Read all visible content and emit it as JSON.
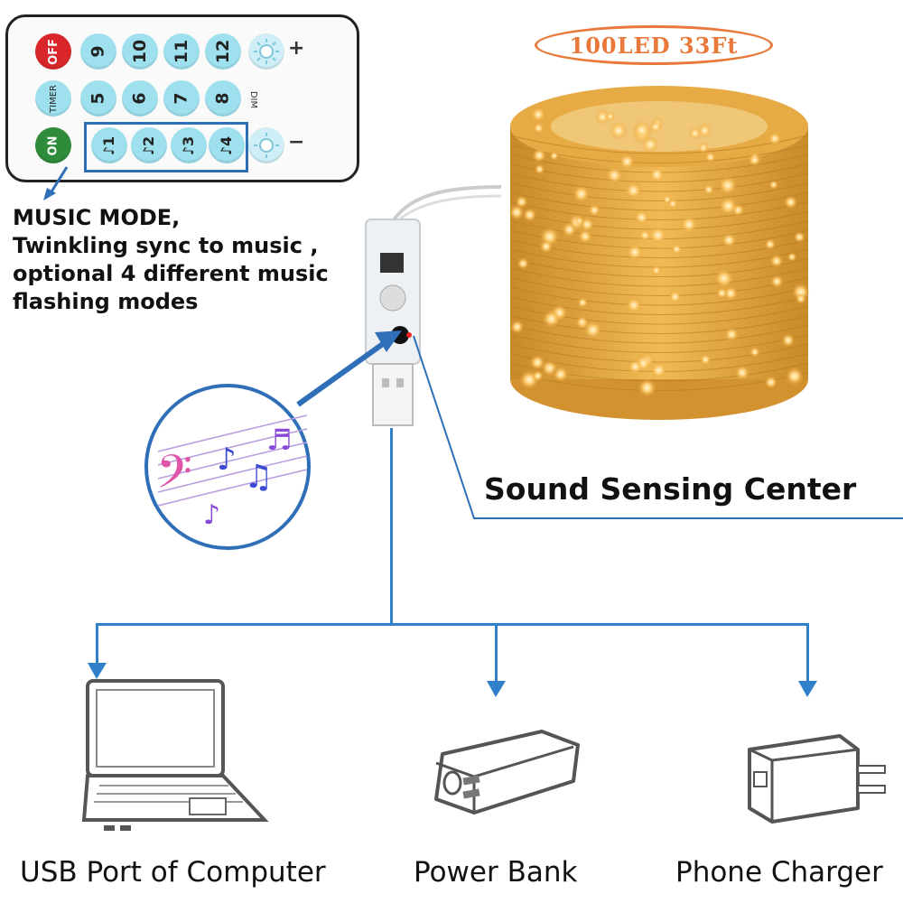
{
  "remote": {
    "buttons": {
      "off": "OFF",
      "timer": "TIMER",
      "on": "ON",
      "row1": [
        "9",
        "10",
        "11",
        "12"
      ],
      "row2": [
        "5",
        "6",
        "7",
        "8"
      ],
      "music": [
        "♪1",
        "♪2",
        "♪3",
        "♪4"
      ],
      "plus": "+",
      "minus": "−",
      "dim": "DIM"
    }
  },
  "badge": "100LED  33Ft",
  "music_mode": {
    "lines": [
      "MUSIC MODE,",
      "Twinkling sync to music ,",
      "optional 4 different music",
      "flashing modes"
    ]
  },
  "sound_sensing_label": "Sound Sensing Center",
  "power_sources": [
    "USB Port of Computer",
    "Power Bank",
    "Phone Charger"
  ],
  "colors": {
    "accent": "#2f80c8",
    "badge": "#e8793a",
    "lights": "#f5b94a"
  }
}
